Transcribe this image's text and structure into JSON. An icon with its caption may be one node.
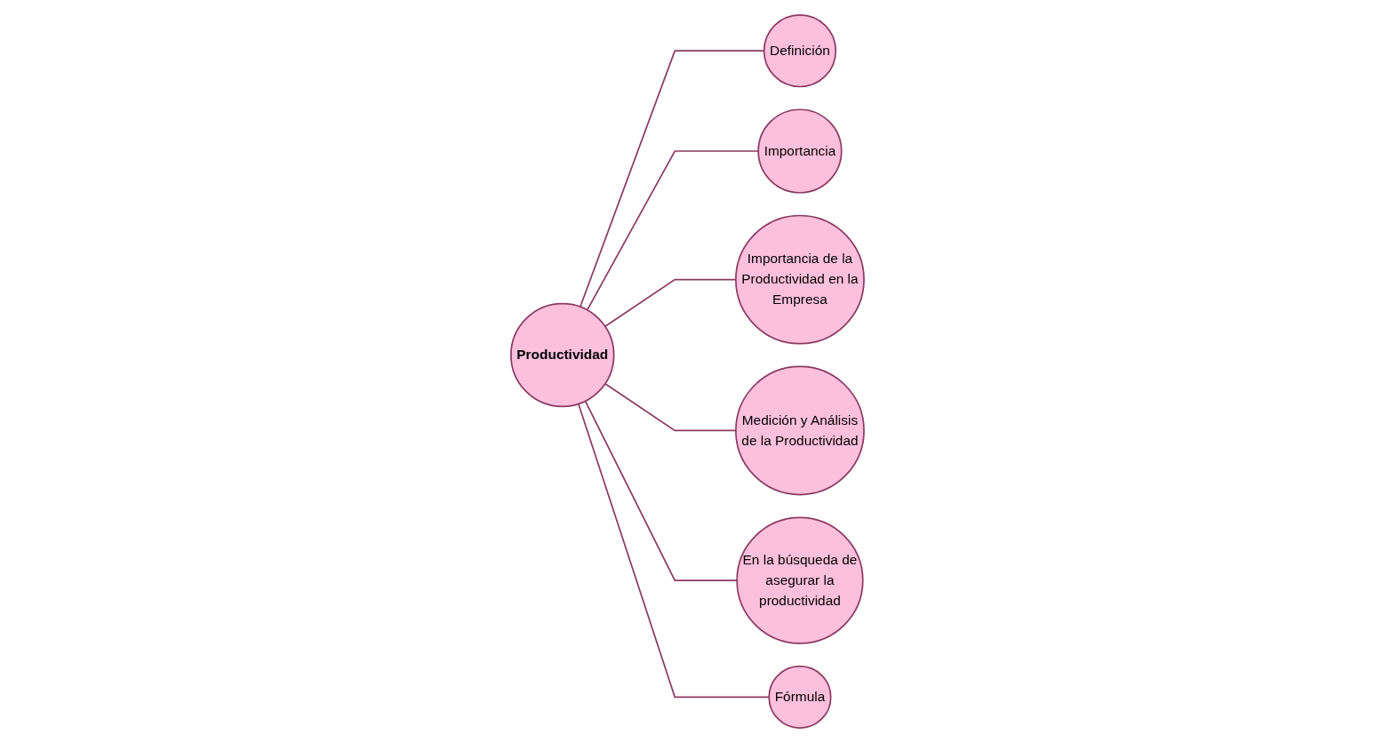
{
  "diagram": {
    "nodes": [
      {
        "text": [
          "Definición"
        ]
      },
      {
        "text": [
          "Importancia"
        ]
      },
      {
        "text": [
          "Importancia de la Productividad en la Empresa"
        ]
      },
      {
        "text": [
          "Medición y Análisis de la Productividad"
        ]
      },
      {
        "text": [
          "Productividad"
        ]
      },
      {
        "text": [
          "En la búsqueda de asegurar la productividad"
        ]
      },
      {
        "text": [
          "Fórmula"
        ]
      }
    ],
    "edges": [
      {
        "from": 4,
        "to": 0,
        "arrow": "none"
      },
      {
        "from": 4,
        "to": 1,
        "arrow": "none"
      },
      {
        "from": 4,
        "to": 2,
        "arrow": "none"
      },
      {
        "from": 4,
        "to": 3,
        "arrow": "none"
      },
      {
        "from": 4,
        "to": 5,
        "arrow": "none"
      },
      {
        "from": 4,
        "to": 6,
        "arrow": "none"
      }
    ]
  }
}
